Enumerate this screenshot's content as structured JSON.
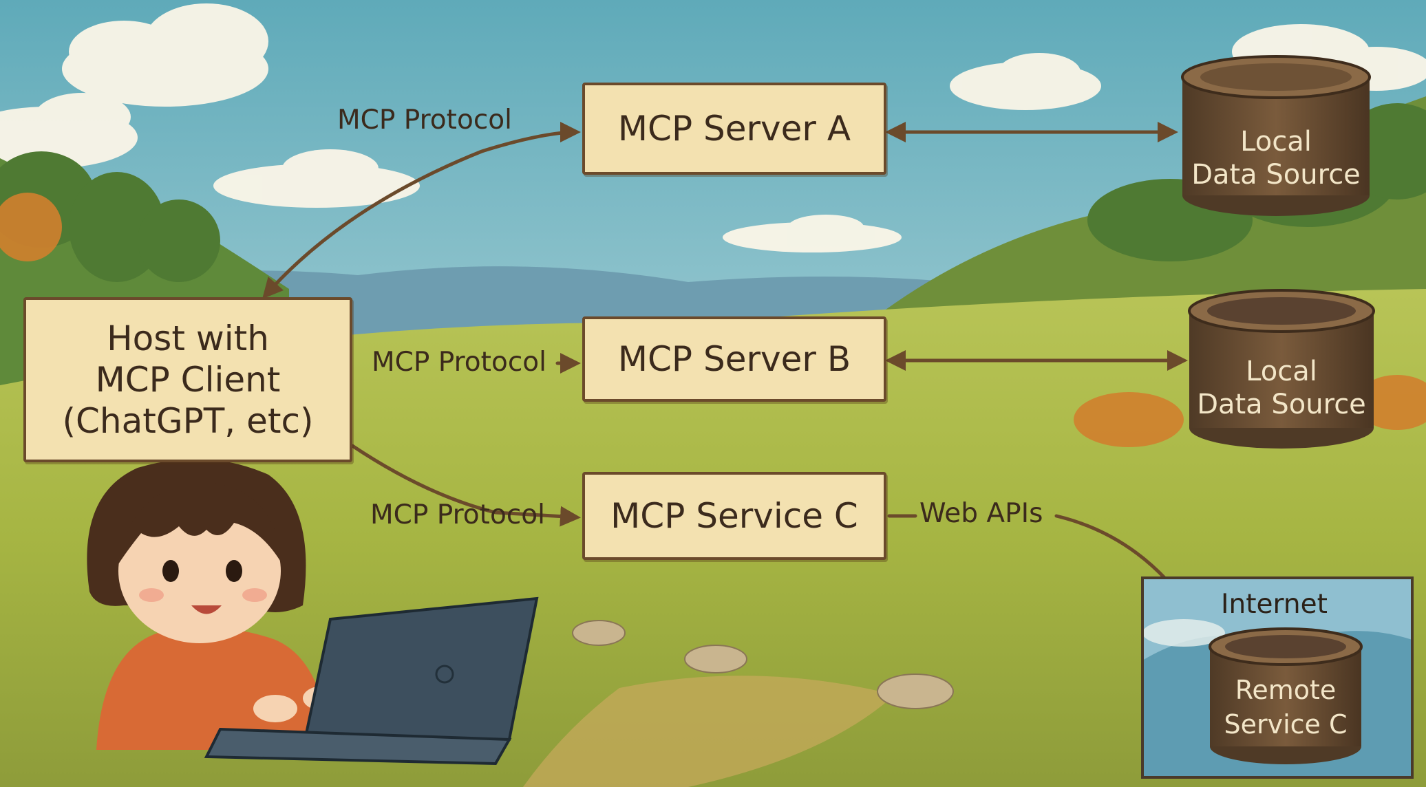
{
  "diagram": {
    "host": {
      "lines": [
        "Host with",
        "MCP Client",
        "(ChatGPT, etc)"
      ]
    },
    "servers": [
      {
        "label": "MCP Server A"
      },
      {
        "label": "MCP Server B"
      },
      {
        "label": "MCP Service C"
      }
    ],
    "connection_labels": {
      "protocol_a": "MCP Protocol",
      "protocol_b": "MCP Protocol",
      "protocol_c": "MCP Protocol",
      "web_apis": "Web APIs"
    },
    "data_sources": [
      {
        "lines": [
          "Local",
          "Data Source"
        ]
      },
      {
        "lines": [
          "Local",
          "Data Source"
        ]
      }
    ],
    "internet": {
      "label": "Internet",
      "remote_lines": [
        "Remote",
        "Service C"
      ]
    }
  },
  "colors": {
    "box_fill": "#f3e1b0",
    "box_border": "#6b4a2b",
    "arrow": "#6b4a2b",
    "cylinder": "#6e5236",
    "sky": "#8cc3d3",
    "grass": "#a9b844"
  }
}
